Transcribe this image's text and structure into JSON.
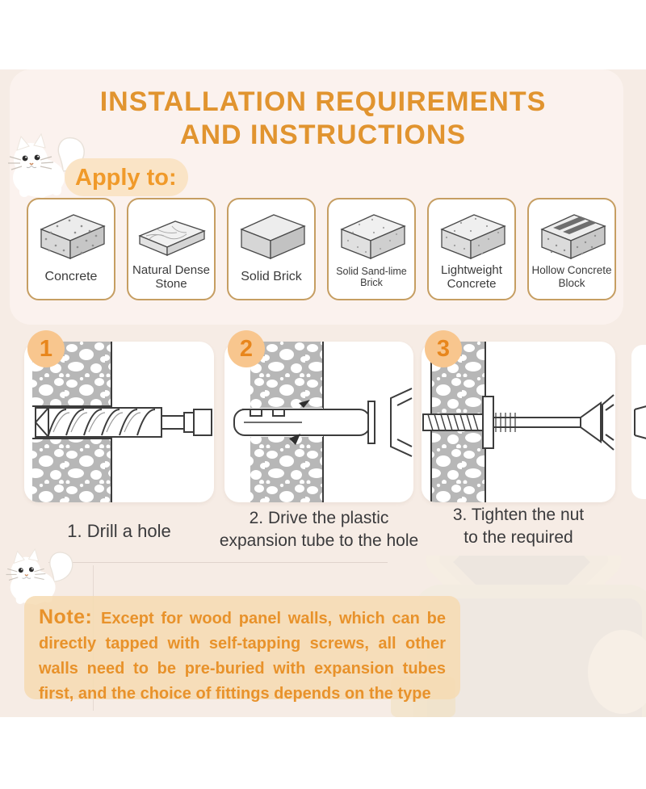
{
  "colors": {
    "accent_orange": "#E1942F",
    "note_text": "#E8922B",
    "badge_bg": "#F8C68E",
    "badge_number": "#E8861C",
    "card_border": "#C69E62",
    "pill_bg": "#FAE4C6",
    "top_panel_bg": "#FBF2EE",
    "section_bg": "#F6ECE5",
    "caption_text": "#3A3A3C"
  },
  "header": {
    "title_line1": "INSTALLATION REQUIREMENTS",
    "title_line2": "AND INSTRUCTIONS"
  },
  "apply": {
    "label": "Apply to:"
  },
  "materials": [
    {
      "label": "Concrete",
      "icon": "concrete-block-icon"
    },
    {
      "label": "Natural Dense Stone",
      "icon": "stone-slab-icon"
    },
    {
      "label": "Solid Brick",
      "icon": "solid-brick-icon"
    },
    {
      "label": "Solid Sand-lime Brick",
      "icon": "sand-lime-brick-icon"
    },
    {
      "label": "Lightweight Concrete",
      "icon": "lightweight-concrete-icon"
    },
    {
      "label": "Hollow Concrete Block",
      "icon": "hollow-block-icon"
    }
  ],
  "steps": [
    {
      "number": "1",
      "caption_lines": [
        "1. Drill a hole"
      ]
    },
    {
      "number": "2",
      "caption_lines": [
        "2. Drive the plastic",
        "expansion tube to the hole"
      ]
    },
    {
      "number": "3",
      "caption_lines": [
        "3. Tighten the nut",
        "to the required"
      ]
    }
  ],
  "note": {
    "label": "Note:",
    "text": "Except for wood panel walls, which can be directly tapped with self-tapping screws, all other walls need to be pre-buried with expansion tubes first, and the choice of fittings depends on the type"
  }
}
